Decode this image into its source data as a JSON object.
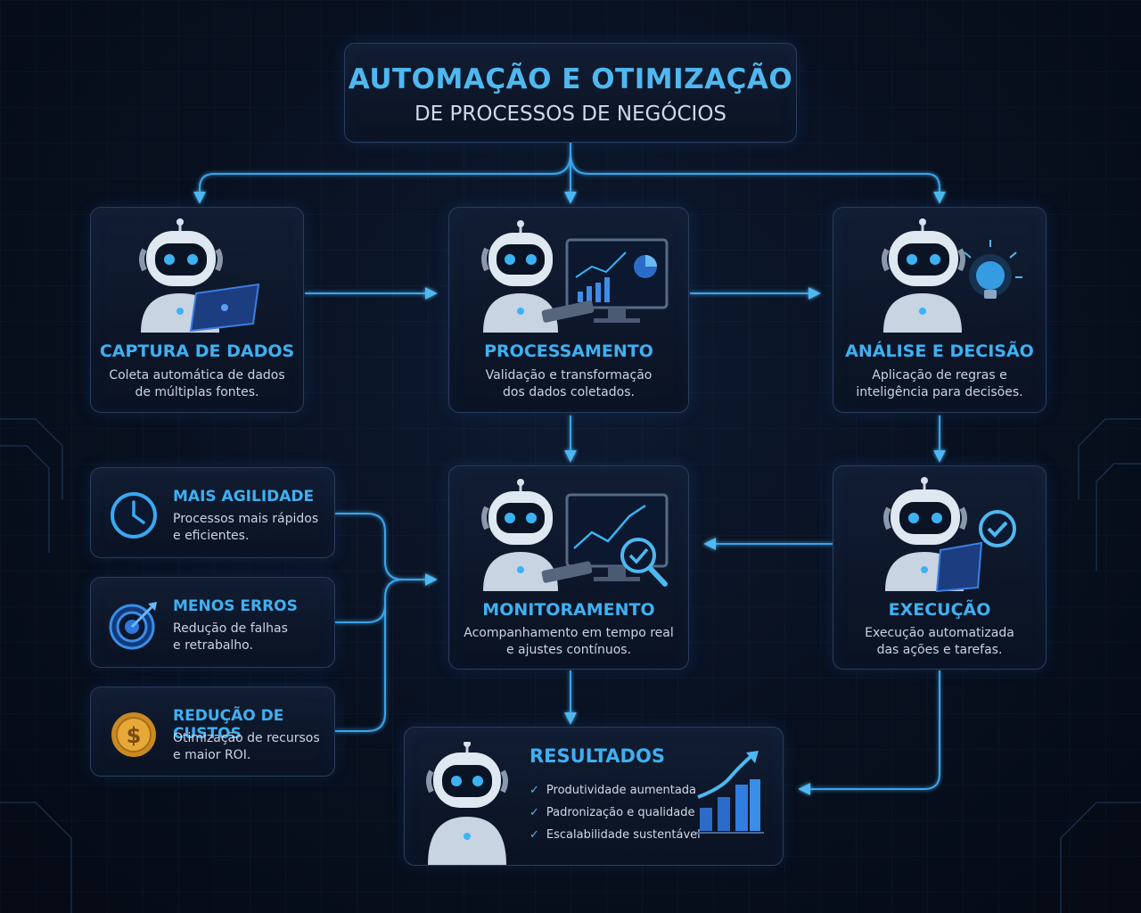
{
  "header": {
    "title_line1": "AUTOMAÇÃO E OTIMIZAÇÃO",
    "title_line2": "DE PROCESSOS DE NEGÓCIOS"
  },
  "steps": {
    "captura": {
      "title": "CAPTURA DE DADOS",
      "desc": [
        "Coleta automática de dados",
        "de múltiplas fontes."
      ]
    },
    "processamento": {
      "title": "PROCESSAMENTO",
      "desc": [
        "Validação e transformação",
        "dos dados coletados."
      ]
    },
    "analise": {
      "title": "ANÁLISE E DECISÃO",
      "desc": [
        "Aplicação de regras e",
        "inteligência para decisões."
      ]
    },
    "monitoramento": {
      "title": "MONITORAMENTO",
      "desc": [
        "Acompanhamento em tempo real",
        "e ajustes contínuos."
      ]
    },
    "execucao": {
      "title": "EXECUÇÃO",
      "desc": [
        "Execução automatizada",
        "das ações e tarefas."
      ]
    }
  },
  "benefits": [
    {
      "title": "MAIS AGILIDADE",
      "desc": [
        "Processos mais rápidos",
        "e eficientes."
      ],
      "icon": "clock-icon"
    },
    {
      "title": "MENOS ERROS",
      "desc": [
        "Redução de falhas",
        "e retrabalho."
      ],
      "icon": "target-icon"
    },
    {
      "title": "REDUÇÃO DE CUSTOS",
      "desc": [
        "Otimização de recursos",
        "e maior ROI."
      ],
      "icon": "dollar-coin-icon"
    }
  ],
  "results": {
    "title": "RESULTADOS",
    "items": [
      "Produtividade aumentada",
      "Padronização e qualidade",
      "Escalabilidade sustentável"
    ]
  },
  "colors": {
    "accent": "#3fb0f2",
    "background": "#08101f",
    "border": "#2a3d5c",
    "coin": "#e0a030"
  }
}
